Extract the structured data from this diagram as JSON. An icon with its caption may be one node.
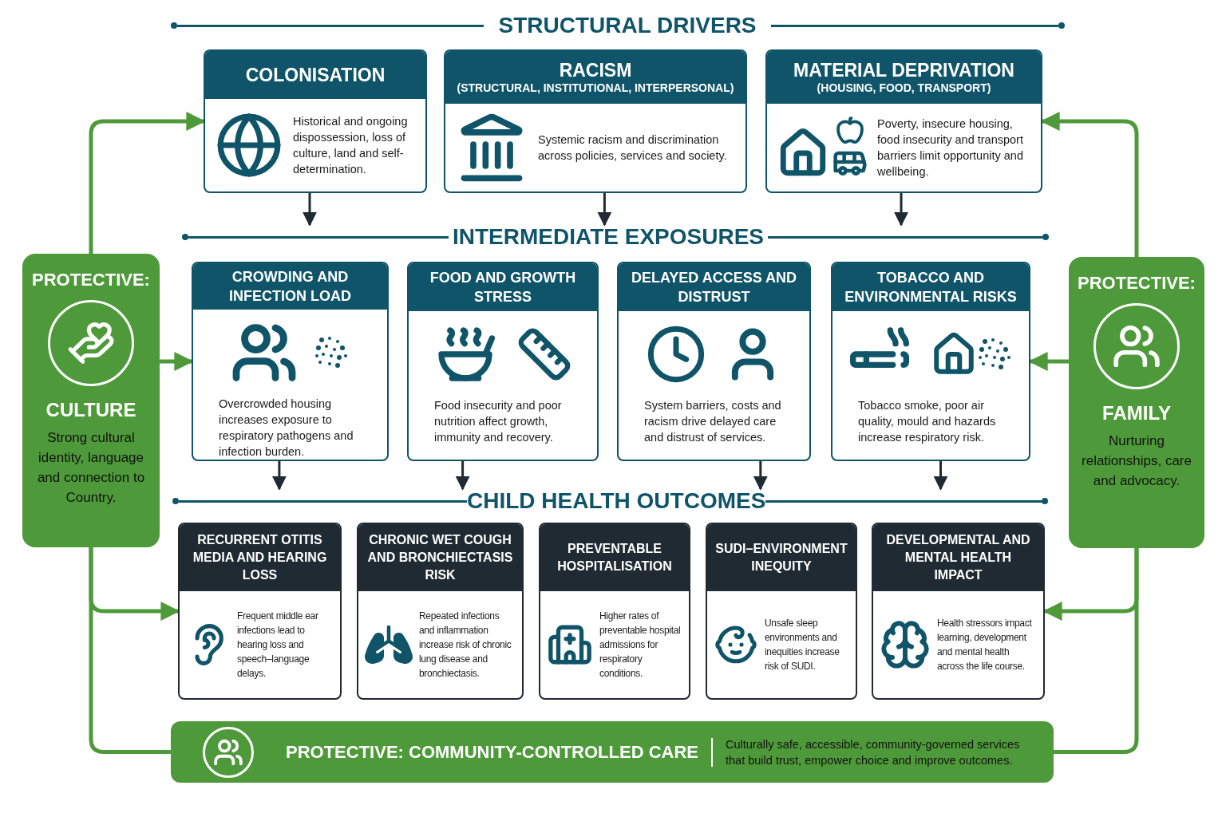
{
  "diagram": {
    "nodes": [
      {
        "text": [
          "COLONISATION",
          "Historical and ongoing dispossession, loss of culture, land and self-determination."
        ]
      },
      {
        "text": [
          "RACISM",
          "(STRUCTURAL, INSTITUTIONAL, INTERPERSONAL)",
          "Systemic racism and discrimination across policies, services and society."
        ]
      },
      {
        "text": [
          "MATERIAL DEPRIVATION",
          "(HOUSING, FOOD, TRANSPORT)",
          "Poverty, insecure housing, food insecurity and transport barriers limit opportunity and wellbeing."
        ]
      },
      {
        "text": [
          "CROWDING AND INFECTION LOAD",
          "Overcrowded housing increases exposure to respiratory pathogens and infection burden."
        ]
      },
      {
        "text": [
          "FOOD AND GROWTH STRESS",
          "Food insecurity and poor nutrition affect growth, immunity and recovery."
        ]
      },
      {
        "text": [
          "DELAYED ACCESS AND DISTRUST",
          "System barriers, costs and racism drive delayed care and distrust of services."
        ]
      },
      {
        "text": [
          "TOBACCO AND ENVIRONMENTAL RISKS",
          "Tobacco smoke, poor air quality, mould and hazards increase respiratory risk."
        ]
      },
      {
        "text": [
          "RECURRENT OTITIS MEDIA AND HEARING LOSS",
          "Frequent middle ear infections lead to hearing loss and speech–language delays."
        ]
      },
      {
        "text": [
          "CHRONIC WET COUGH AND BRONCHIECTASIS RISK",
          "Repeated infections and inflammation increase risk of chronic lung disease and bronchiectasis."
        ]
      },
      {
        "text": [
          "PREVENTABLE HOSPITALISATION",
          "Higher rates of preventable hospital admissions for respiratory conditions."
        ]
      },
      {
        "text": [
          "SUDI–ENVIRONMENT INEQUITY",
          "Unsafe sleep environments and inequities increase risk of SUDI."
        ]
      },
      {
        "text": [
          "DEVELOPMENTAL AND MENTAL HEALTH IMPACT",
          "Health stressors impact learning, development and mental health across the life course."
        ]
      },
      {
        "text": [
          "PROTECTIVE:",
          "CULTURE",
          "Strong cultural identity, language and connection to Country."
        ]
      },
      {
        "text": [
          "PROTECTIVE:",
          "FAMILY",
          "Nurturing relationships, care and advocacy."
        ]
      },
      {
        "text": [
          "PROTECTIVE: COMMUNITY-CONTROLLED CARE",
          "Culturally safe, accessible, community-governed services that build trust, empower choice and improve outcomes."
        ]
      },
      {
        "text": [
          "STRUCTURAL DRIVERS"
        ]
      },
      {
        "text": [
          "INTERMEDIATE EXPOSURES"
        ]
      },
      {
        "text": [
          "CHILD HEALTH OUTCOMES"
        ]
      }
    ],
    "edges": [
      {
        "from": 0,
        "to": 16,
        "arrow": "to",
        "color": "#1f2a33"
      },
      {
        "from": 1,
        "to": 16,
        "arrow": "to",
        "color": "#1f2a33"
      },
      {
        "from": 2,
        "to": 16,
        "arrow": "to",
        "color": "#1f2a33"
      },
      {
        "from": 3,
        "to": 17,
        "arrow": "to",
        "color": "#1f2a33"
      },
      {
        "from": 4,
        "to": 17,
        "arrow": "to",
        "color": "#1f2a33"
      },
      {
        "from": 5,
        "to": 17,
        "arrow": "to",
        "color": "#1f2a33"
      },
      {
        "from": 6,
        "to": 17,
        "arrow": "to",
        "color": "#1f2a33"
      },
      {
        "from": 12,
        "to": 0,
        "arrow": "to"
      },
      {
        "from": 12,
        "to": 3,
        "arrow": "to"
      },
      {
        "from": 12,
        "to": 7,
        "arrow": "to"
      },
      {
        "from": 12,
        "to": 14,
        "arrow": "none"
      },
      {
        "from": 13,
        "to": 2,
        "arrow": "to"
      },
      {
        "from": 13,
        "to": 6,
        "arrow": "to"
      },
      {
        "from": 13,
        "to": 11,
        "arrow": "to"
      },
      {
        "from": 13,
        "to": 14,
        "arrow": "none"
      }
    ]
  }
}
